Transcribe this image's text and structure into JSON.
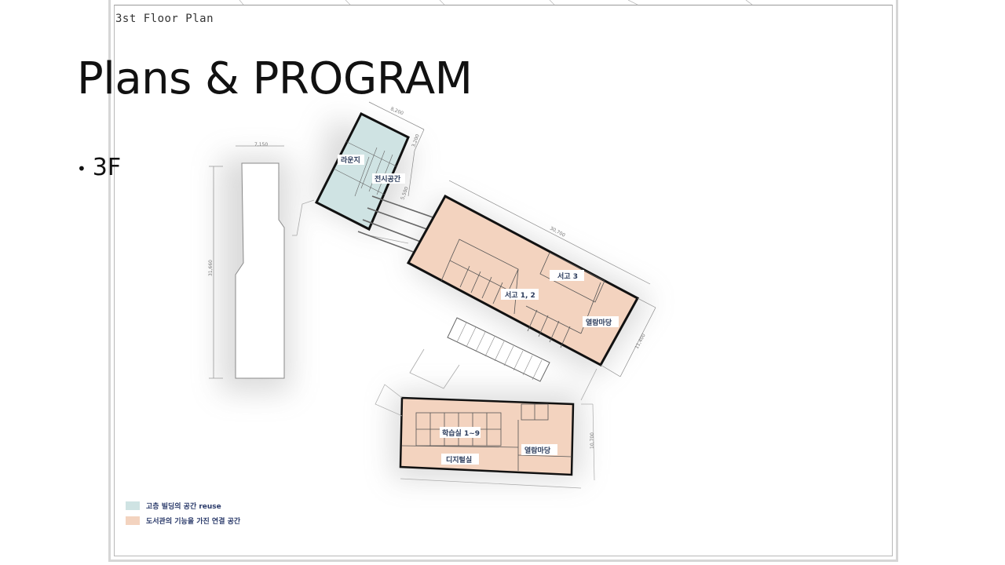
{
  "slide": {
    "title": "Plans & PROGRAM",
    "bullet": "3F"
  },
  "drawing": {
    "plan_label": "3st Floor Plan",
    "rooms": {
      "lounge": "라운지",
      "exhibition": "전시공간",
      "stack_3": "서고 3",
      "stack_1_2": "서고 1, 2",
      "open_yard_1": "열람마당",
      "study_rooms": "학습실 1~9",
      "digital_room": "디지털실",
      "open_yard_2": "열람마당"
    },
    "dimensions": {
      "d1": "7,150",
      "d2": "31,660",
      "d3": "8,200",
      "d4": "3,200",
      "d5": "5,500",
      "d6": "30,700",
      "d7": "11,400",
      "d8": "10,700"
    },
    "legend": [
      {
        "label": "고층 빌딩의 공간 reuse",
        "color": "#cfe3e3"
      },
      {
        "label": "도서관의 기능을 가진 연결 공간",
        "color": "#f3d3bf"
      }
    ]
  },
  "colors": {
    "teal_fill": "#cfe3e3",
    "peach_fill": "#f3d3bf",
    "wall": "#111111",
    "label_text": "#2a3a5a"
  }
}
